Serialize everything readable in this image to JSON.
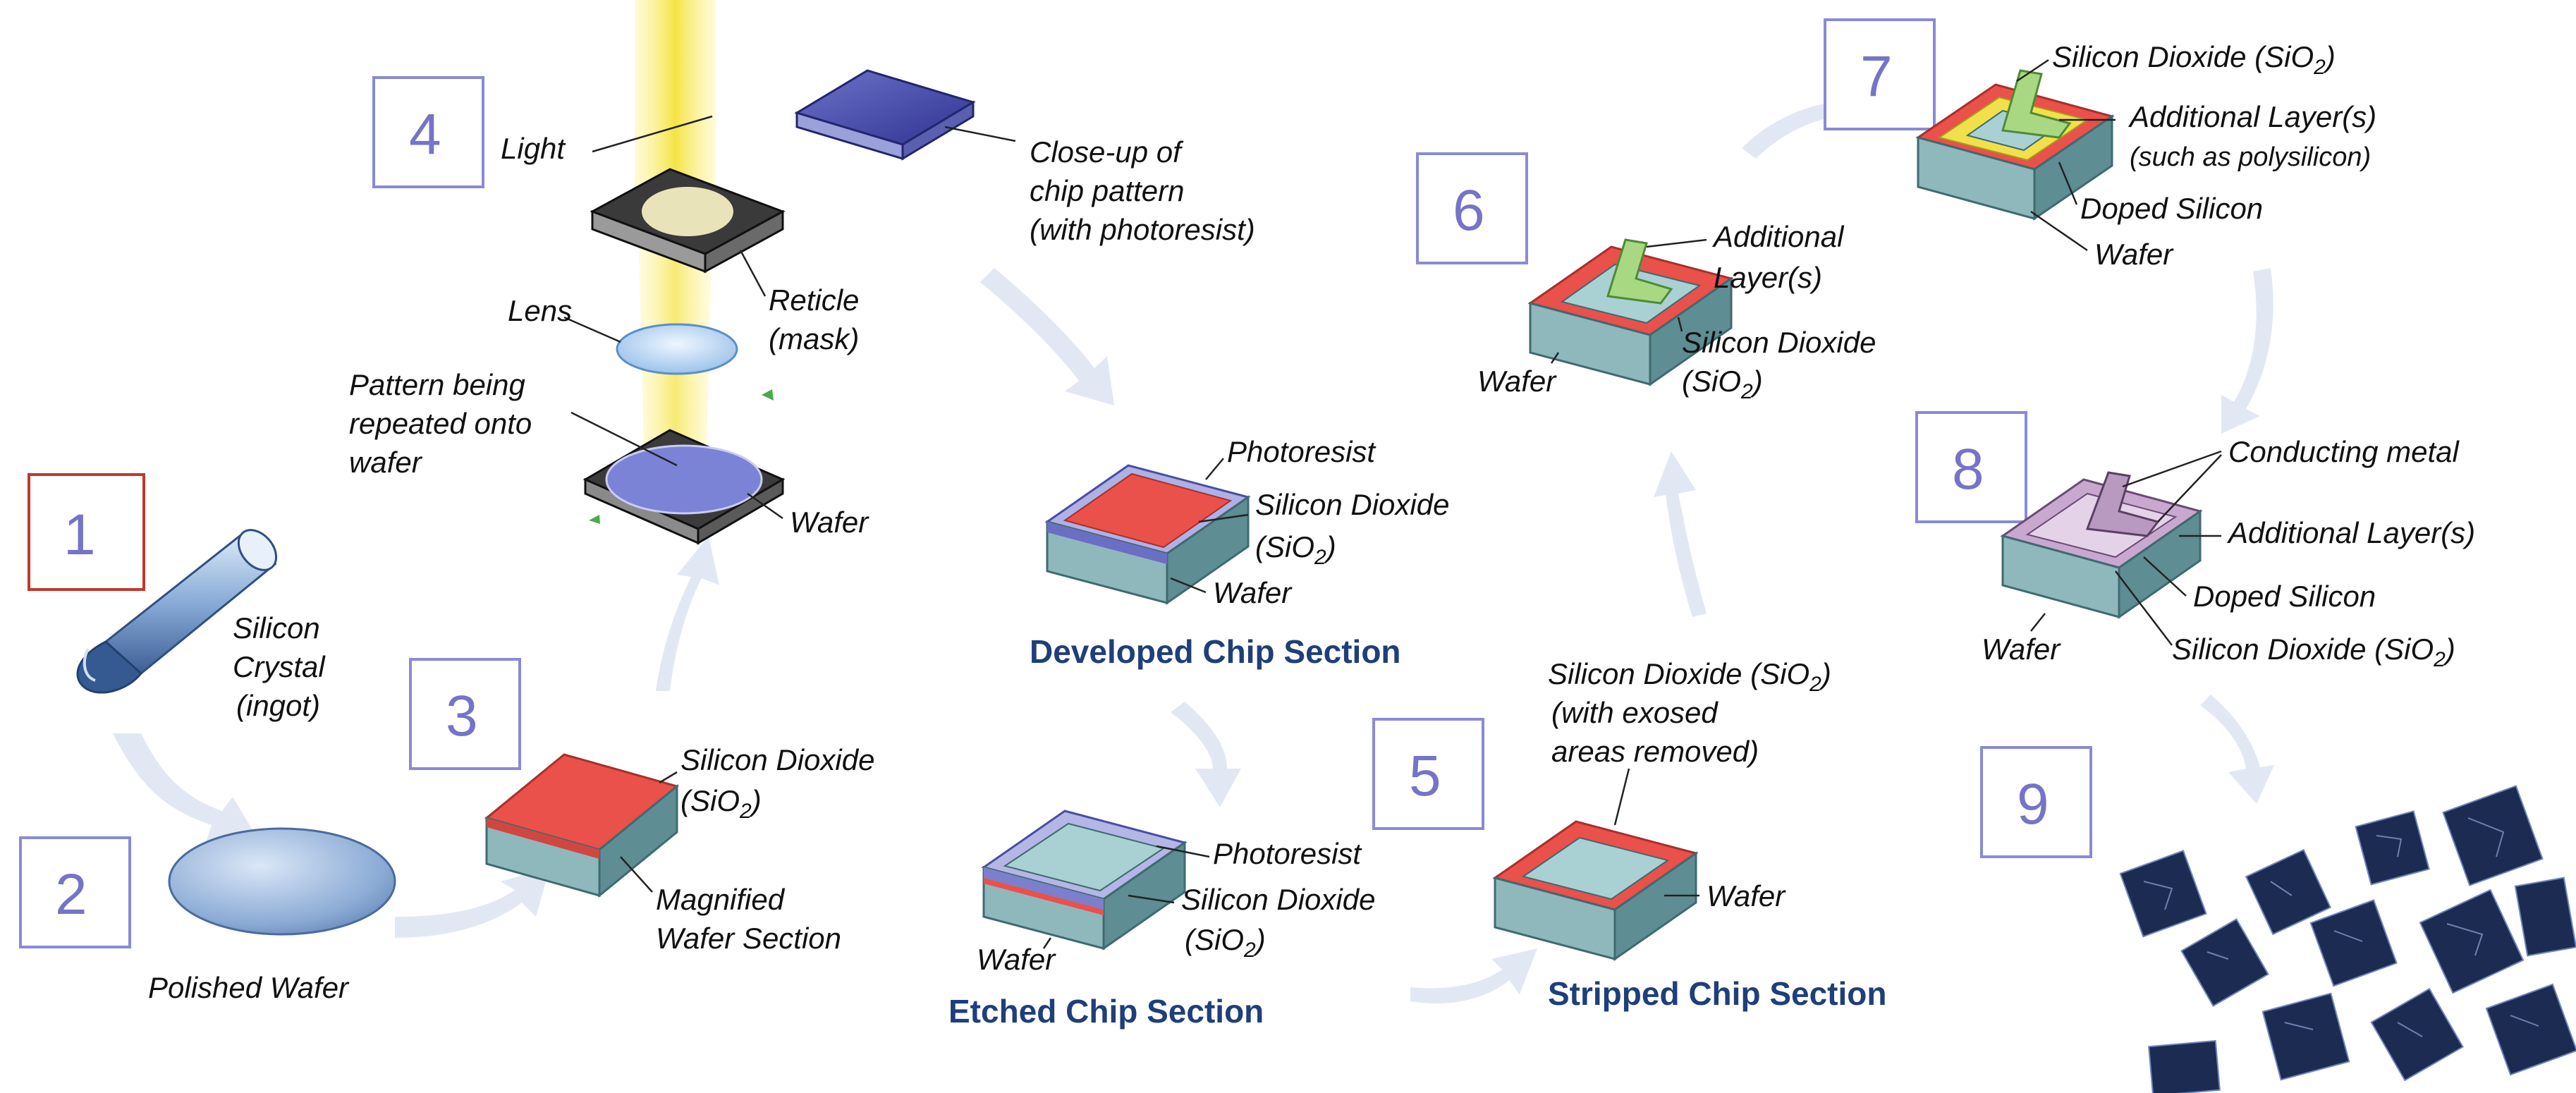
{
  "steps": {
    "s1": "1",
    "s2": "2",
    "s3": "3",
    "s4": "4",
    "s5": "5",
    "s6": "6",
    "s7": "7",
    "s8": "8",
    "s9": "9"
  },
  "labels": {
    "silicon_crystal_1": "Silicon",
    "silicon_crystal_2": "Crystal",
    "silicon_crystal_3": "(ingot)",
    "polished_wafer": "Polished Wafer",
    "s3_sio2_1": "Silicon Dioxide",
    "s3_sio2_2": "(SiO",
    "s3_sio2_sub": "2",
    "s3_sio2_end": ")",
    "magnified_1": "Magnified",
    "magnified_2": "Wafer Section",
    "light": "Light",
    "lens": "Lens",
    "reticle_1": "Reticle",
    "reticle_2": "(mask)",
    "pattern_1": "Pattern being",
    "pattern_2": "repeated onto",
    "pattern_3": "wafer",
    "wafer_s4": "Wafer",
    "closeup_1": "Close-up of",
    "closeup_2": "chip pattern",
    "closeup_3": "(with photoresist)",
    "dev_photoresist": "Photoresist",
    "dev_sio2_1": "Silicon Dioxide",
    "dev_sio2_2": "(SiO",
    "dev_sio2_sub": "2",
    "dev_sio2_end": ")",
    "dev_wafer": "Wafer",
    "dev_title": "Developed Chip Section",
    "etch_photoresist": "Photoresist",
    "etch_sio2_1": "Silicon Dioxide",
    "etch_sio2_2": "(SiO",
    "etch_sio2_sub": "2",
    "etch_sio2_end": ")",
    "etch_wafer": "Wafer",
    "etch_title": "Etched Chip Section",
    "s5_sio2_1": "Silicon Dioxide (SiO",
    "s5_sio2_sub": "2",
    "s5_sio2_end": ")",
    "s5_sio2_2": "(with exosed",
    "s5_sio2_3": "areas removed)",
    "s5_wafer": "Wafer",
    "strip_title": "Stripped Chip Section",
    "s6_add_1": "Additional",
    "s6_add_2": "Layer(s)",
    "s6_sio2_1": "Silicon Dioxide",
    "s6_sio2_2": "(SiO",
    "s6_sio2_sub": "2",
    "s6_sio2_end": ")",
    "s6_wafer": "Wafer",
    "s7_sio2": "Silicon Dioxide (SiO",
    "s7_sio2_sub": "2",
    "s7_sio2_end": ")",
    "s7_add_1": "Additional Layer(s)",
    "s7_add_2": "(such as polysilicon)",
    "s7_doped": "Doped Silicon",
    "s7_wafer": "Wafer",
    "s8_metal": "Conducting metal",
    "s8_add": "Additional Layer(s)",
    "s8_doped": "Doped Silicon",
    "s8_sio2": "Silicon Dioxide (SiO",
    "s8_sio2_sub": "2",
    "s8_sio2_end": ")",
    "s8_wafer": "Wafer"
  },
  "colors": {
    "number": "#7474c9",
    "box": "#8a8ad6",
    "box_first": "#c0392b",
    "title": "#1f3f7a",
    "oxide_red": "#e9514a",
    "wafer_teal": "#8fb8bd",
    "photoresist": "#9a9ce0",
    "layer_green": "#a8d982",
    "layer_yellow": "#f0e04a",
    "metal_purple": "#c9a8cf",
    "chip_navy": "#1c2b52",
    "arrow": "#dfe6f2"
  }
}
